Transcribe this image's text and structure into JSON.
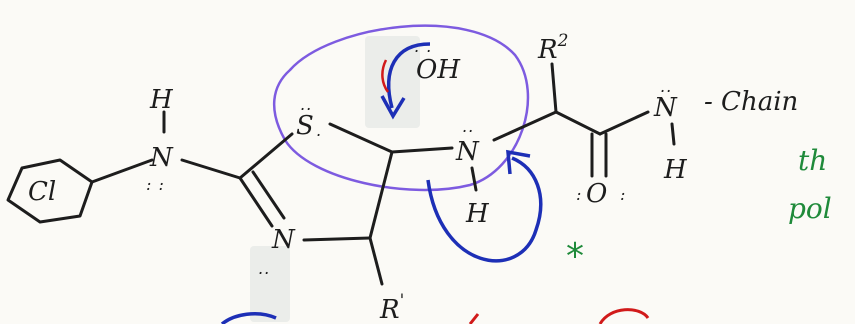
{
  "labels": {
    "oh": "OH",
    "r2": "R",
    "r2_sup": "2",
    "n_amide": "N",
    "chain": "- Chain",
    "amide_h": "H",
    "carbonyl_o": "O",
    "s_atom": "S",
    "n_ring_nh": "N",
    "ring_nh_h": "H",
    "n_thio": "N",
    "h_top": "H",
    "n_imine": "N",
    "r1": "R",
    "r1_sup": "'",
    "benzene_inner": "Cl",
    "note_line1": "th",
    "note_line2": "pol",
    "note_star": "*"
  },
  "colors": {
    "ink": "#1d1d1d",
    "blue_arrow": "#1d2fb6",
    "purple_circle": "#7d5be0",
    "green_note": "#1f8a3a",
    "red_mark": "#d11a1a"
  },
  "icons": {
    "benzene": "benzene-ring-icon",
    "star": "green-star-icon"
  }
}
